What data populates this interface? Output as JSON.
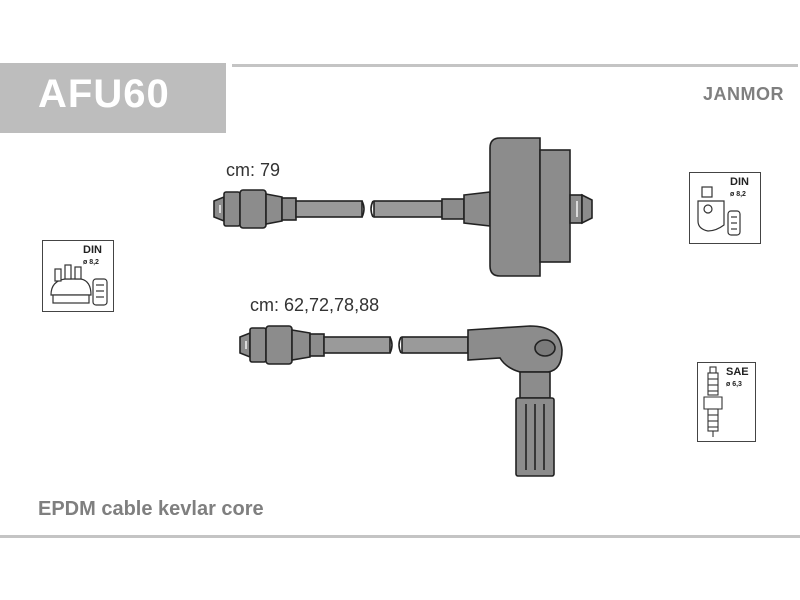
{
  "header": {
    "code": "AFU60",
    "brand": "JANMOR"
  },
  "footer": {
    "text": "EPDM cable kevlar core"
  },
  "cables": [
    {
      "length_label": "cm: 79"
    },
    {
      "length_label": "cm: 62,72,78,88"
    }
  ],
  "badges": {
    "left": {
      "standard": "DIN",
      "diameter": "ø 8,2",
      "icon": "distributor-cap-icon"
    },
    "right_top": {
      "standard": "DIN",
      "diameter": "ø 8,2",
      "icon": "coil-connector-icon"
    },
    "right_bottom": {
      "standard": "SAE",
      "diameter": "ø 6,3",
      "icon": "spark-plug-icon"
    }
  },
  "colors": {
    "header_bg": "#bdbdbd",
    "text_gray": "#7f7f7f",
    "part_fill": "#8c8c8c",
    "rule": "#c4c4c4"
  }
}
